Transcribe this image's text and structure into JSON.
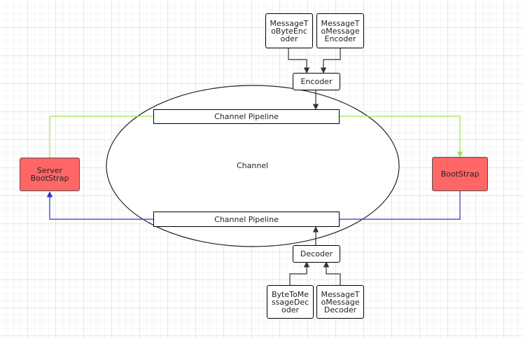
{
  "diagram": {
    "channel_label": "Channel",
    "pipeline_top": "Channel Pipeline",
    "pipeline_bottom": "Channel Pipeline",
    "encoder": "Encoder",
    "decoder": "Decoder",
    "message_to_byte_encoder": "MessageToByteEncoder",
    "message_to_message_encoder": "MessageToMessageEncoder",
    "byte_to_message_decoder": "ByteToMessageDecoder",
    "message_to_message_decoder": "MessageToMessageDecoder",
    "server_bootstrap": "Server BootStrap",
    "bootstrap": "BootStrap"
  },
  "colors": {
    "green_line": "#99e64d",
    "blue_line": "#3333cc",
    "node_red": "#ff6666"
  }
}
